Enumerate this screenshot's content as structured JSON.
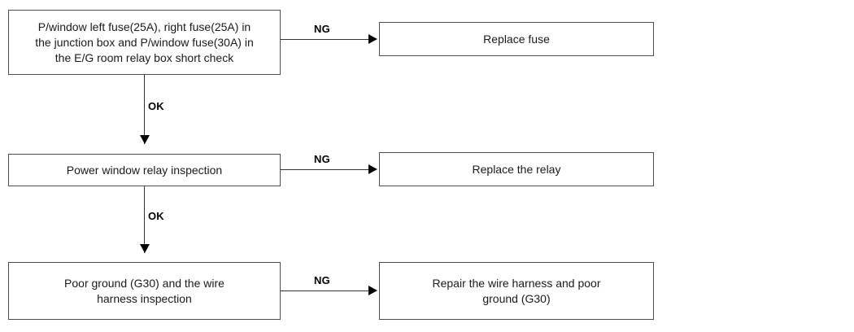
{
  "diagram": {
    "type": "troubleshooting-flowchart",
    "nodes": [
      {
        "id": "fuse-check",
        "text": "P/window left fuse(25A), right fuse(25A) in\nthe junction box and P/window fuse(30A) in\nthe E/G room relay box short check"
      },
      {
        "id": "replace-fuse",
        "text": "Replace fuse"
      },
      {
        "id": "relay-check",
        "text": "Power window relay inspection"
      },
      {
        "id": "replace-relay",
        "text": "Replace the relay"
      },
      {
        "id": "ground-check",
        "text": "Poor ground (G30) and the wire\nharness inspection"
      },
      {
        "id": "repair-harness",
        "text": "Repair the wire harness and poor\nground (G30)"
      }
    ],
    "edge_labels": {
      "ng_1": "NG",
      "ng_2": "NG",
      "ng_3": "NG",
      "ok_1": "OK",
      "ok_2": "OK"
    },
    "colors": {
      "box_border": "#4d4d4d",
      "line": "#333333",
      "arrow_head": "#000000",
      "text": "#1a1a1a",
      "background": "#ffffff"
    }
  }
}
